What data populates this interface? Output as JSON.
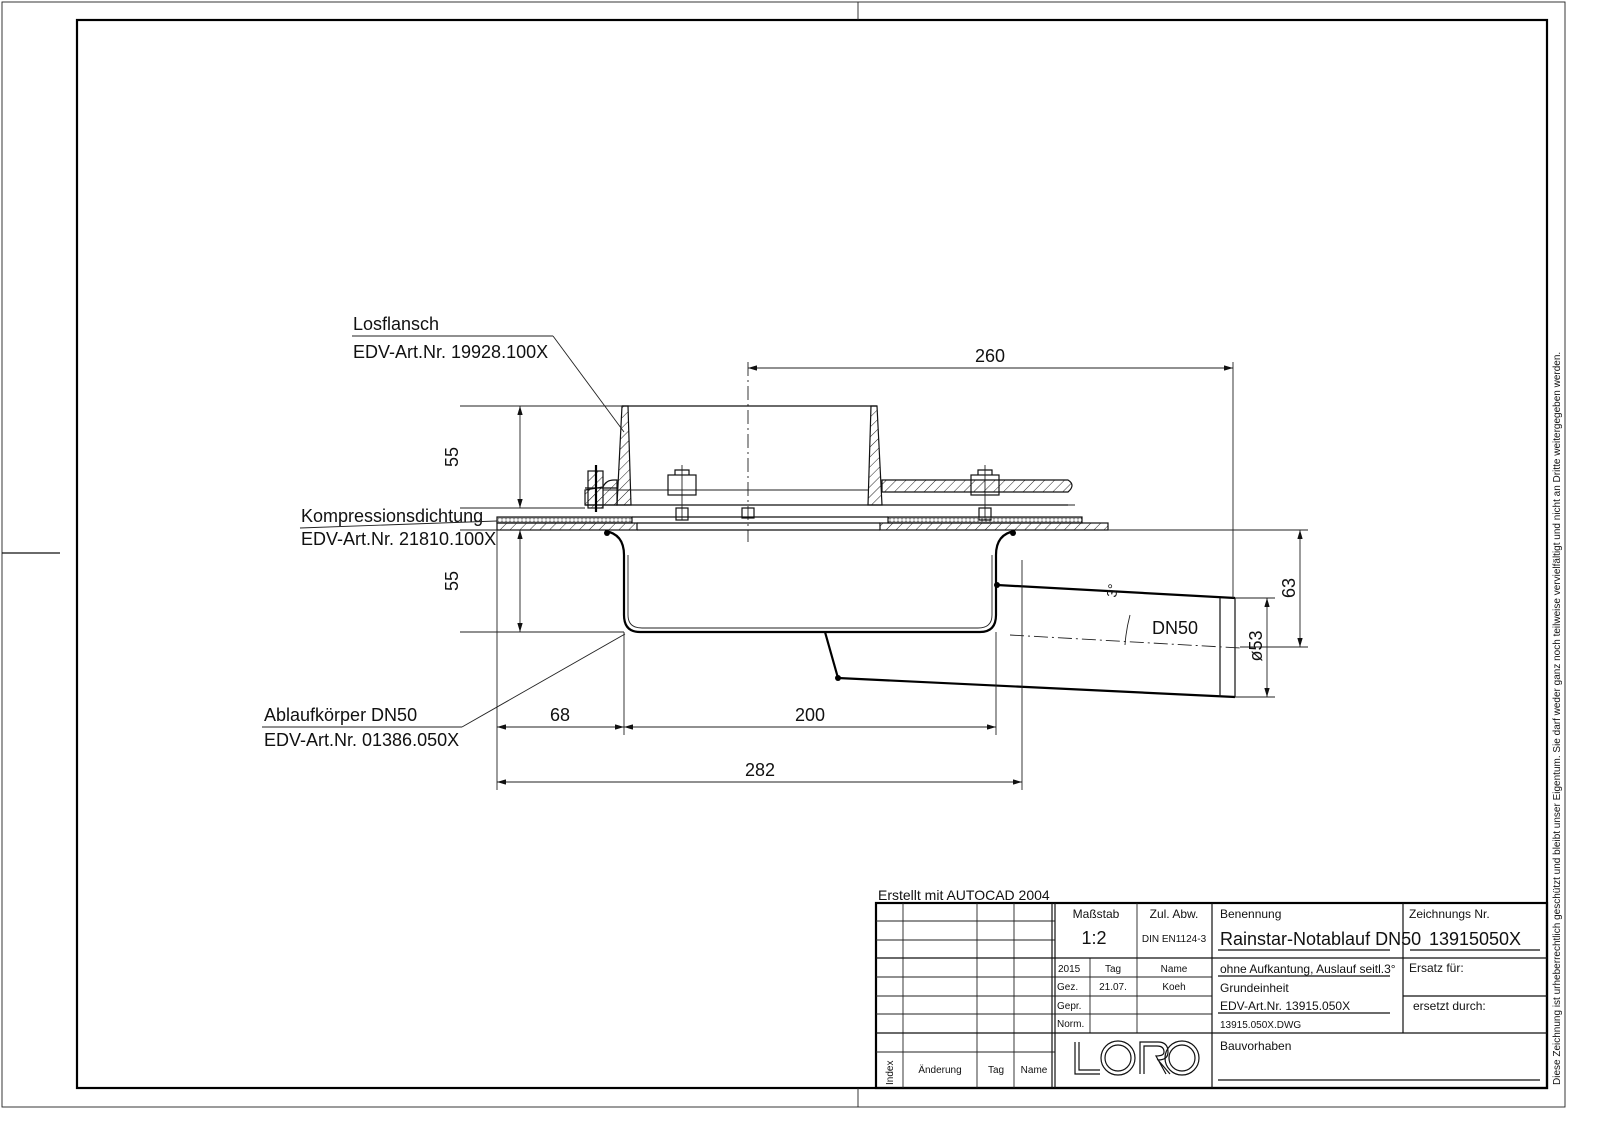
{
  "labels": {
    "losflansch": {
      "name": "Losflansch",
      "art": "EDV-Art.Nr. 19928.100X"
    },
    "kompression": {
      "name": "Kompressionsdichtung",
      "art": "EDV-Art.Nr. 21810.100X"
    },
    "ablauf": {
      "name": "Ablaufkörper DN50",
      "art": "EDV-Art.Nr. 01386.050X"
    }
  },
  "dimensions": {
    "d260": "260",
    "d55_top": "55",
    "d55_bottom": "55",
    "d63": "63",
    "d53": "ø53",
    "dn50": "DN50",
    "angle": "3°",
    "d68": "68",
    "d200": "200",
    "d282": "282"
  },
  "created_with": "Erstellt mit AUTOCAD 2004",
  "copyright_note": "Diese Zeichnung ist urheberrechtlich geschützt und bleibt unser Eigentum. Sie darf weder ganz noch teilweise vervielfältigt und nicht an Dritte weitergegeben werden.",
  "title_block": {
    "massstab_label": "Maßstab",
    "massstab": "1:2",
    "zul_abw_label": "Zul. Abw.",
    "zul_abw": "DIN EN1124-3",
    "benennung_label": "Benennung",
    "benennung": "Rainstar-Notablauf DN50",
    "zeichnungs_nr_label": "Zeichnungs Nr.",
    "zeichnungs_nr": "13915050X",
    "year": "2015",
    "tag_label": "Tag",
    "name_label": "Name",
    "gez_label": "Gez.",
    "gez_tag": "21.07.",
    "gez_name": "Koeh",
    "gepr_label": "Gepr.",
    "norm_label": "Norm.",
    "desc1": "ohne Aufkantung, Auslauf seitl.3°",
    "desc2": "Grundeinheit",
    "desc3": "EDV-Art.Nr. 13915.050X",
    "desc4": "13915.050X.DWG",
    "ersatz_fuer": "Ersatz für:",
    "ersetzt_durch": "ersetzt durch:",
    "bauvorhaben": "Bauvorhaben",
    "index_label": "Index",
    "aenderung_label": "Änderung",
    "tag2_label": "Tag",
    "name2_label": "Name",
    "logo": "LORO"
  }
}
